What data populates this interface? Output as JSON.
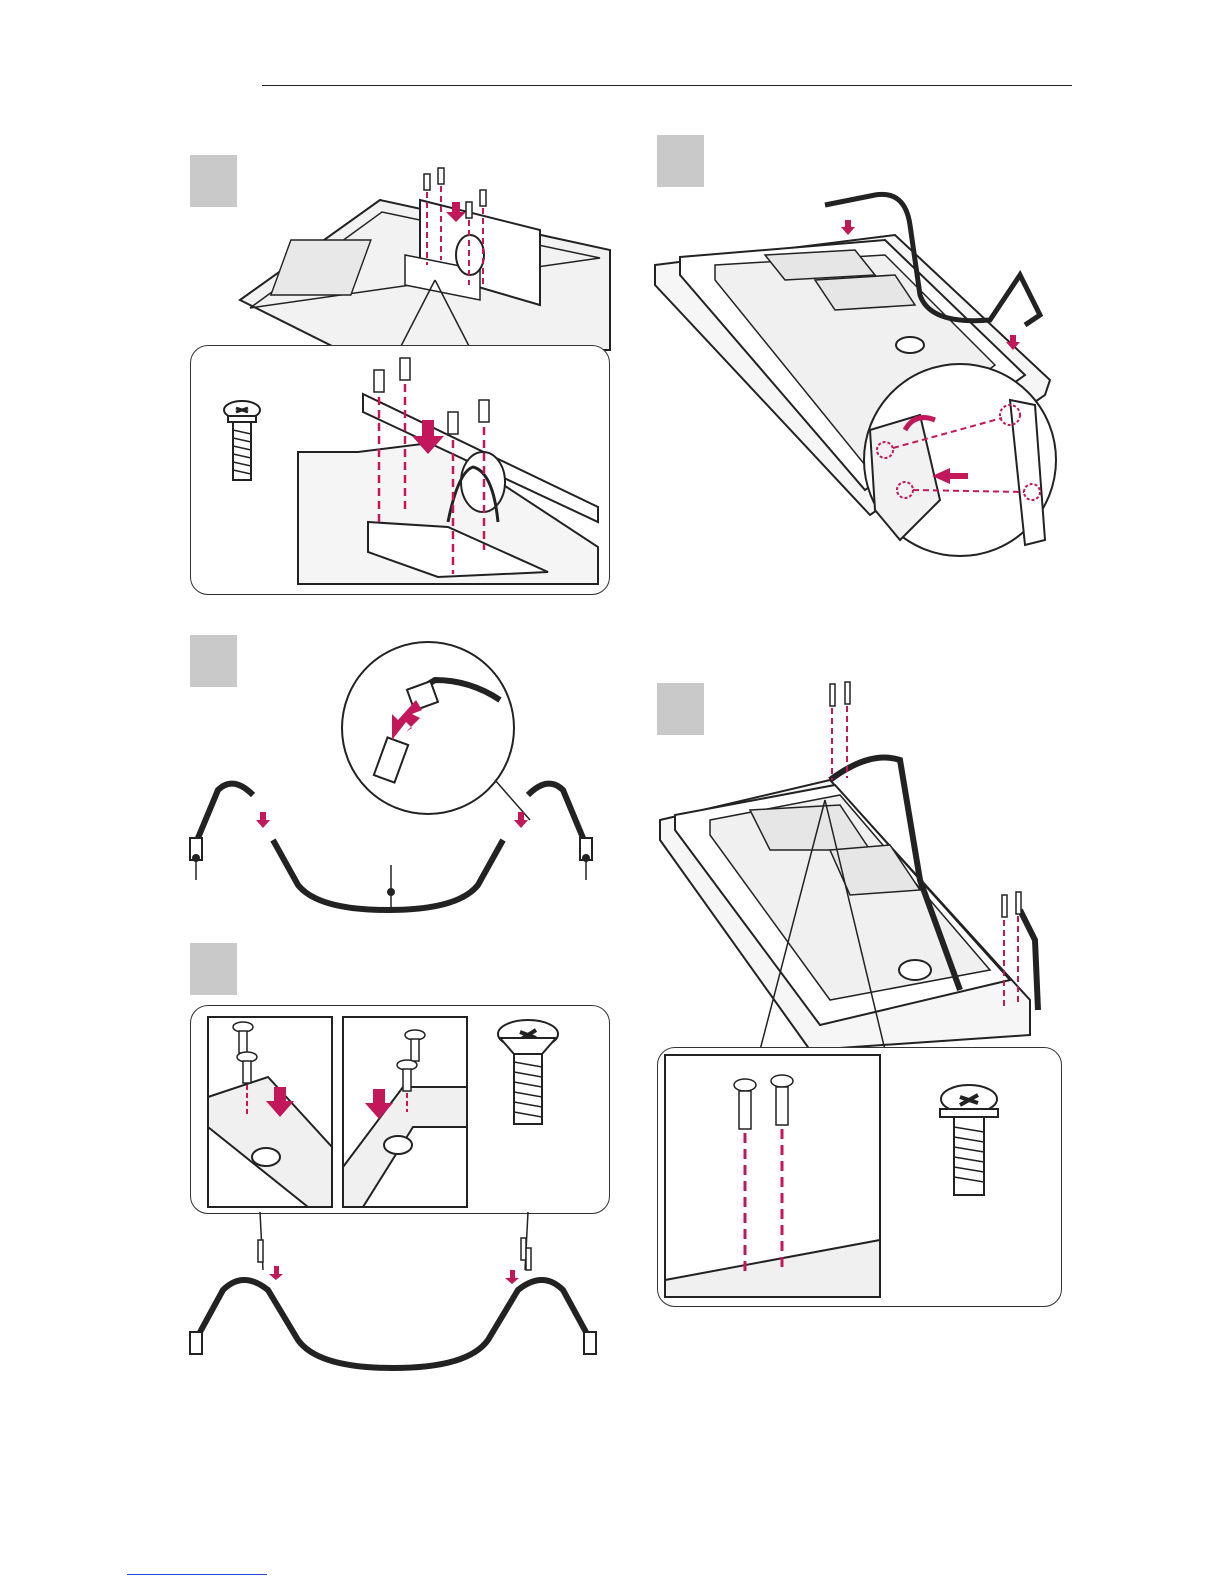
{
  "page": {
    "colors": {
      "accent": "#c2185b",
      "line": "#222222",
      "step_box": "#c9c9c9",
      "fill_light": "#e6e6e6",
      "footer_link": "#2b4bd6"
    }
  },
  "steps": [
    {
      "id": "step-1",
      "label": ""
    },
    {
      "id": "step-2",
      "label": ""
    },
    {
      "id": "step-3",
      "label": ""
    },
    {
      "id": "step-4",
      "label": ""
    },
    {
      "id": "step-5",
      "label": ""
    }
  ],
  "icons": [
    "pan-head-screw-icon",
    "flat-head-screw-icon",
    "insert-arrow-icon",
    "magnifier-callout"
  ]
}
